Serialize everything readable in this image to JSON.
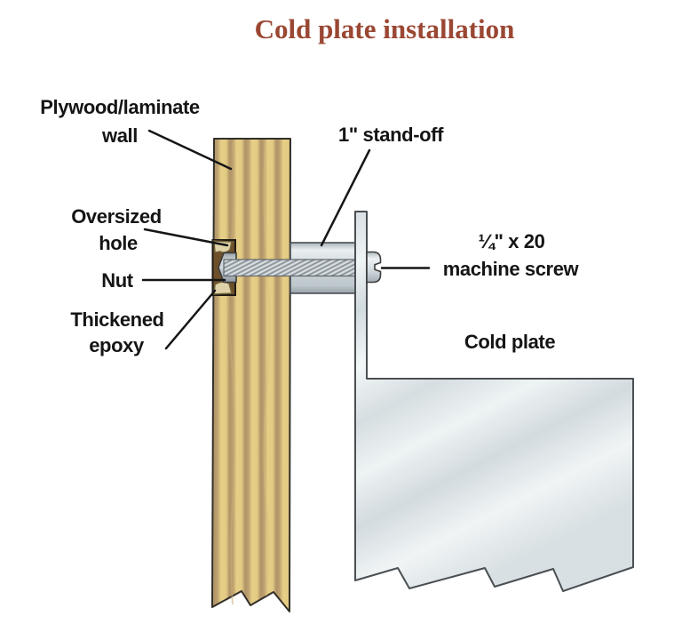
{
  "title": {
    "text": "Cold plate installation",
    "color": "#9a4733"
  },
  "labels": {
    "wall": {
      "line1": "Plywood/laminate",
      "line2": "wall"
    },
    "standoff": {
      "text": "1\" stand-off"
    },
    "oversized_hole": {
      "line1": "Oversized",
      "line2": "hole"
    },
    "machine_screw": {
      "line1": "¼\" x 20",
      "line2": "machine screw"
    },
    "nut": {
      "text": "Nut"
    },
    "epoxy": {
      "line1": "Thickened",
      "line2": "epoxy"
    },
    "cold_plate": {
      "text": "Cold plate"
    }
  },
  "colors": {
    "title": "#9a4733",
    "label_text": "#151515",
    "wood_dark": "#b09468",
    "wood_light": "#e6cf87",
    "metal_light": "#f2f6f7",
    "metal_mid": "#d5dee2",
    "epoxy_fill": "#dfd2a8",
    "hole_interior": "#6d4f2a",
    "outline": "#33302a",
    "leader_line": "#161616"
  }
}
